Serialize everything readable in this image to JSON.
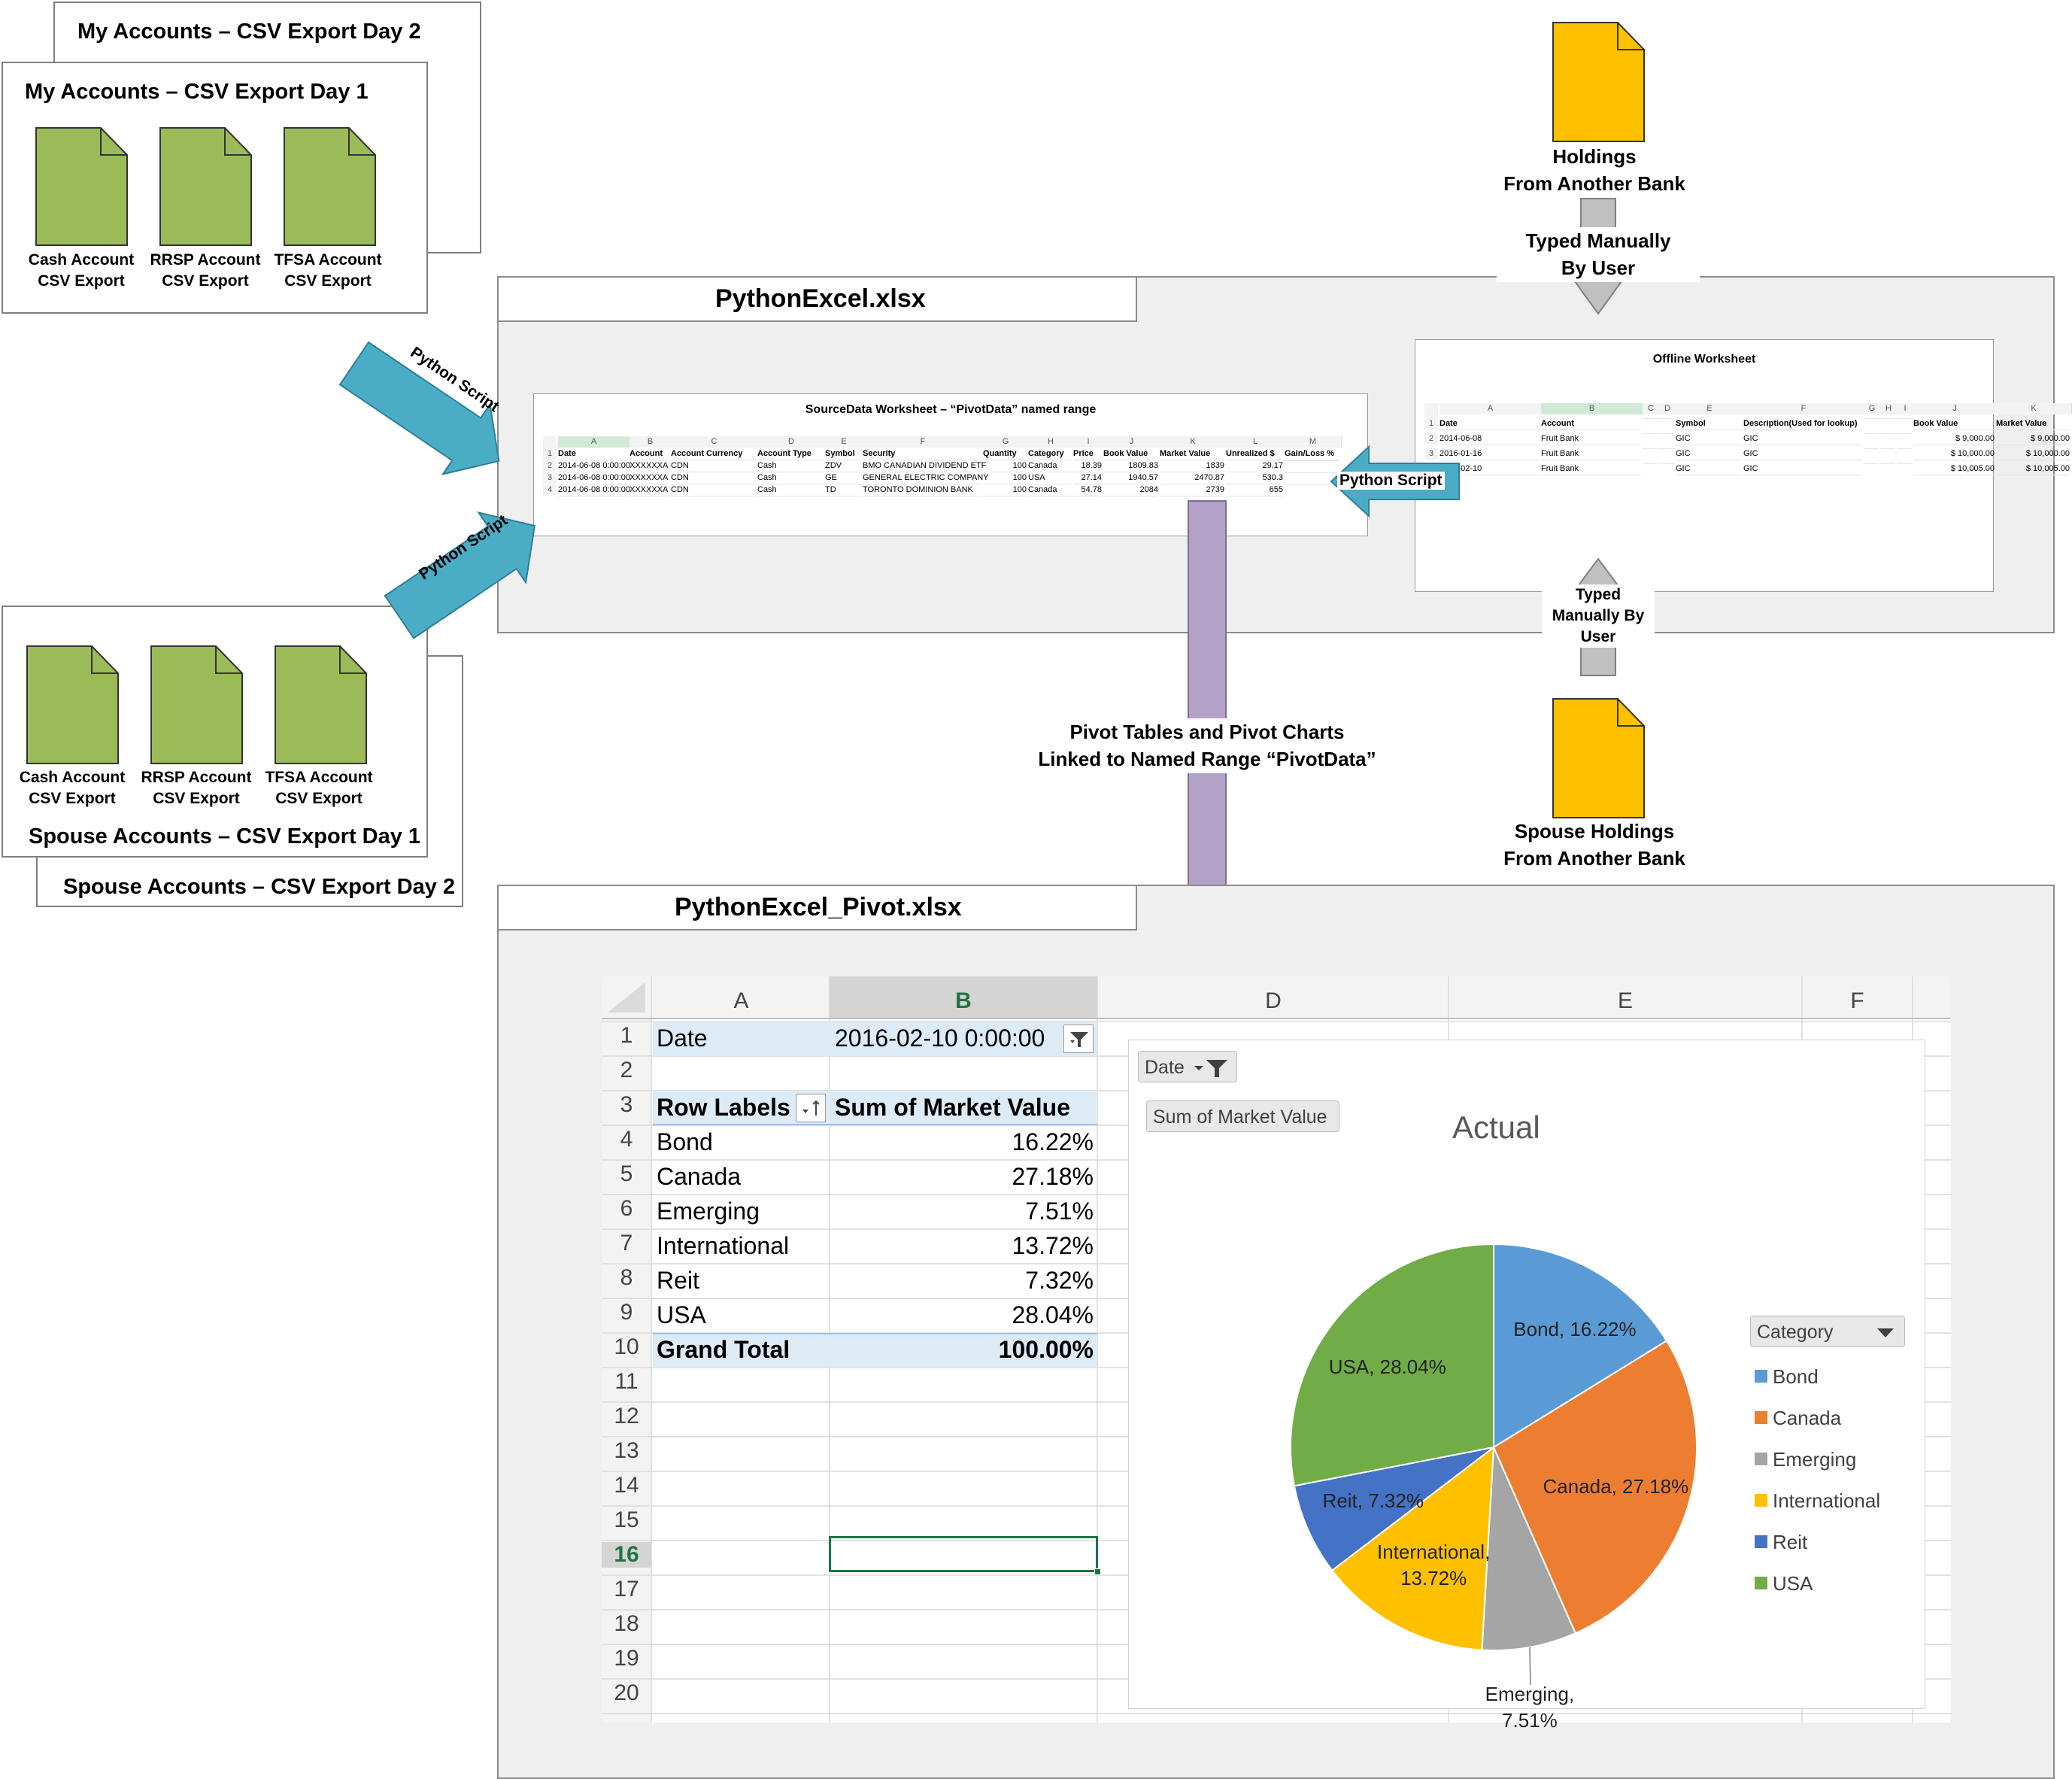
{
  "my_accounts": {
    "day2_title": "My Accounts – CSV Export Day 2",
    "day1_title": "My Accounts – CSV Export Day 1",
    "files": [
      {
        "line1": "Cash Account",
        "line2": "CSV Export"
      },
      {
        "line1": "RRSP Account",
        "line2": "CSV Export"
      },
      {
        "line1": "TFSA Account",
        "line2": "CSV Export"
      }
    ]
  },
  "spouse_accounts": {
    "day1_title": "Spouse Accounts – CSV Export Day 1",
    "day2_title": "Spouse Accounts – CSV Export Day 2",
    "files": [
      {
        "line1": "Cash Account",
        "line2": "CSV Export"
      },
      {
        "line1": "RRSP Account",
        "line2": "CSV Export"
      },
      {
        "line1": "TFSA Account",
        "line2": "CSV Export"
      }
    ]
  },
  "arrows": {
    "python_script_1": "Python Script",
    "python_script_2": "Python Script",
    "python_script_3": "Python Script",
    "typed_manually_top": {
      "line1": "Typed Manually",
      "line2": "By User"
    },
    "typed_manually_bottom": {
      "line1": "Typed",
      "line2": "Manually By",
      "line3": "User"
    },
    "pivot_link": {
      "line1": "Pivot Tables and Pivot Charts",
      "line2": "Linked to Named Range “PivotData”"
    }
  },
  "holdings": {
    "top": {
      "line1": "Holdings",
      "line2": "From Another Bank"
    },
    "bottom": {
      "line1": "Spouse Holdings",
      "line2": "From Another Bank"
    }
  },
  "python_excel": {
    "title": "PythonExcel.xlsx",
    "source_sheet": {
      "title": "SourceData Worksheet – “PivotData” named range",
      "col_letters": [
        "A",
        "B",
        "C",
        "D",
        "E",
        "F",
        "G",
        "H",
        "I",
        "J",
        "K",
        "L",
        "M"
      ],
      "headers": [
        "Date",
        "Account",
        "Account Currency",
        "Account Type",
        "Symbol",
        "Security",
        "Quantity",
        "Category",
        "Price",
        "Book Value",
        "Market Value",
        "Unrealized $",
        "Gain/Loss %"
      ],
      "rows": [
        [
          "2014-06-08 0:00:00",
          "XXXXXXA",
          "CDN",
          "Cash",
          "ZDV",
          "BMO CANADIAN DIVIDEND ETF",
          "100",
          "Canada",
          "18.39",
          "1809.83",
          "1839",
          "29.17",
          ""
        ],
        [
          "2014-06-08 0:00:00",
          "XXXXXXA",
          "CDN",
          "Cash",
          "GE",
          "GENERAL ELECTRIC COMPANY",
          "100",
          "USA",
          "27.14",
          "1940.57",
          "2470.87",
          "530.3",
          ""
        ],
        [
          "2014-06-08 0:00:00",
          "XXXXXXA",
          "CDN",
          "Cash",
          "TD",
          "TORONTO DOMINION BANK",
          "100",
          "Canada",
          "54.78",
          "2084",
          "2739",
          "655",
          ""
        ]
      ]
    },
    "offline_sheet": {
      "title": "Offline Worksheet",
      "col_letters": [
        "A",
        "B",
        "C",
        "D",
        "E",
        "F",
        "G",
        "H",
        "I",
        "J",
        "K"
      ],
      "headers": [
        "Date",
        "Account",
        "",
        "",
        "Symbol",
        "Description(Used for lookup)",
        "",
        "",
        "",
        "Book Value",
        "Market Value"
      ],
      "rows": [
        [
          "2014-06-08",
          "Fruit Bank",
          "",
          "",
          "GIC",
          "GIC",
          "",
          "",
          "",
          "$   9,000.00",
          "$   9,000.00"
        ],
        [
          "2016-01-16",
          "Fruit Bank",
          "",
          "",
          "GIC",
          "GIC",
          "",
          "",
          "",
          "$ 10,000.00",
          "$ 10,000.00"
        ],
        [
          "2016-02-10",
          "Fruit Bank",
          "",
          "",
          "GIC",
          "GIC",
          "",
          "",
          "",
          "$ 10,005.00",
          "$ 10,005.00"
        ]
      ]
    }
  },
  "pivot_file": {
    "title": "PythonExcel_Pivot.xlsx",
    "col_letters": [
      "A",
      "B",
      "D",
      "E",
      "F"
    ],
    "row_numbers": [
      "1",
      "2",
      "3",
      "4",
      "5",
      "6",
      "7",
      "8",
      "9",
      "10",
      "11",
      "12",
      "13",
      "14",
      "15",
      "16",
      "17",
      "18",
      "19",
      "20"
    ],
    "filter": {
      "label": "Date",
      "value": "2016-02-10 0:00:00"
    },
    "table_header": {
      "row_labels": "Row Labels",
      "sum_label": "Sum of Market Value"
    },
    "rows": [
      {
        "label": "Bond",
        "value": "16.22%"
      },
      {
        "label": "Canada",
        "value": "27.18%"
      },
      {
        "label": "Emerging",
        "value": "7.51%"
      },
      {
        "label": "International",
        "value": "13.72%"
      },
      {
        "label": "Reit",
        "value": "7.32%"
      },
      {
        "label": "USA",
        "value": "28.04%"
      }
    ],
    "grand_total": {
      "label": "Grand Total",
      "value": "100.00%"
    }
  },
  "chart_data": {
    "type": "pie",
    "title": "Actual",
    "filter_button": "Date",
    "value_button": "Sum of Market Value",
    "legend_title": "Category",
    "legend_position": "right",
    "categories": [
      "Bond",
      "Canada",
      "Emerging",
      "International",
      "Reit",
      "USA"
    ],
    "values": [
      16.22,
      27.18,
      7.51,
      13.72,
      7.32,
      28.04
    ],
    "colors": [
      "#5b9bd5",
      "#ed7d31",
      "#a5a5a5",
      "#ffc000",
      "#4472c4",
      "#70ad47"
    ],
    "data_labels": [
      "Bond, 16.22%",
      "Canada, 27.18%",
      "Emerging, 7.51%",
      "International, 13.72%",
      "Reit, 7.32%",
      "USA, 28.04%"
    ]
  }
}
